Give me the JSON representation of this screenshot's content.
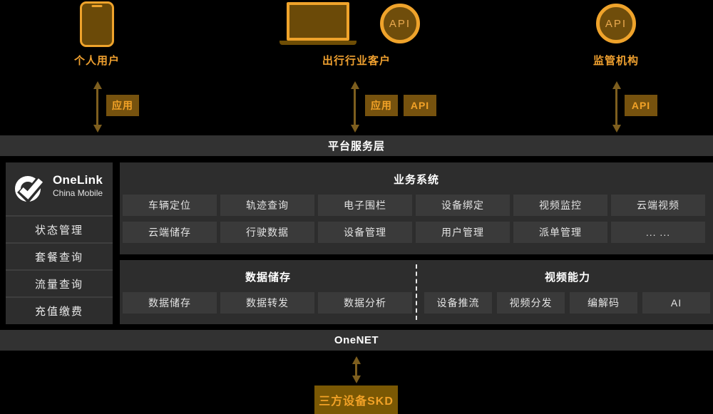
{
  "colors": {
    "background": "#000000",
    "panel": "#2D2D2D",
    "cell": "#3A3A3A",
    "layer_bar": "#323232",
    "accent_orange": "#EFA32B",
    "icon_fill": "#6B4A08",
    "tag_background": "#76520E",
    "arrow_olive": "#7D5E1E",
    "sdk_box": "#7A5804",
    "text_white": "#FFFFFF"
  },
  "top": {
    "groups": [
      {
        "label": "个人用户",
        "icon": "phone-icon",
        "tags": [
          "应用"
        ]
      },
      {
        "label": "出行行业客户",
        "icon": "laptop-icon",
        "badge": "API",
        "tags": [
          "应用",
          "API"
        ]
      },
      {
        "label": "监管机构",
        "icon": "api-circle-icon",
        "badge": "API",
        "tags": [
          "API"
        ]
      }
    ]
  },
  "platform_bar": {
    "label": "平台服务层"
  },
  "sidebar": {
    "logo": {
      "title": "OneLink",
      "subtitle": "China Mobile"
    },
    "items": [
      {
        "label": "状态管理"
      },
      {
        "label": "套餐查询"
      },
      {
        "label": "流量查询"
      },
      {
        "label": "充值缴费"
      }
    ]
  },
  "business_panel": {
    "title": "业务系统",
    "rows": [
      [
        "车辆定位",
        "轨迹查询",
        "电子围栏",
        "设备绑定",
        "视频监控",
        "云端视频"
      ],
      [
        "云端储存",
        "行驶数据",
        "设备管理",
        "用户管理",
        "派单管理",
        "... ..."
      ]
    ]
  },
  "capability_panel": {
    "left": {
      "title": "数据储存",
      "items": [
        "数据储存",
        "数据转发",
        "数据分析"
      ]
    },
    "right": {
      "title": "视频能力",
      "items": [
        "设备推流",
        "视频分发",
        "编解码",
        "AI"
      ]
    }
  },
  "onenet_bar": {
    "label": "OneNET"
  },
  "bottom": {
    "sdk_label": "三方设备SKD"
  }
}
